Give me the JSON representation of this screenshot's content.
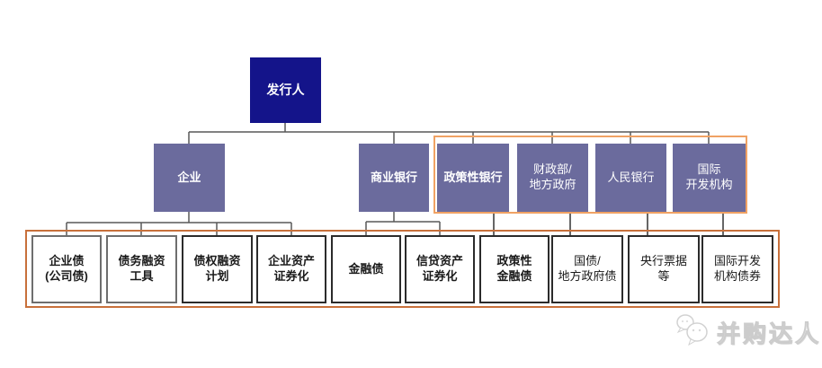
{
  "chart": {
    "type": "org-chart",
    "root": {
      "label": "发行人"
    },
    "level2": [
      {
        "label": "企业"
      },
      {
        "label": "商业银行"
      },
      {
        "label": "政策性银行"
      },
      {
        "label": "财政部/\n地方政府"
      },
      {
        "label": "人民银行"
      },
      {
        "label": "国际\n开发机构"
      }
    ],
    "level3": [
      {
        "label": "企业债\n(公司债)",
        "parent": "企业"
      },
      {
        "label": "债务融资\n工具",
        "parent": "企业"
      },
      {
        "label": "债权融资\n计划",
        "parent": "企业"
      },
      {
        "label": "企业资产\n证券化",
        "parent": "企业"
      },
      {
        "label": "金融债",
        "parent": "商业银行"
      },
      {
        "label": "信贷资产\n证券化",
        "parent": "商业银行"
      },
      {
        "label": "政策性\n金融债",
        "parent": "政策性银行"
      },
      {
        "label": "国债/\n地方政府债",
        "parent": "财政部/地方政府"
      },
      {
        "label": "央行票据\n等",
        "parent": "人民银行"
      },
      {
        "label": "国际开发\n机构债券",
        "parent": "国际开发机构"
      }
    ]
  },
  "colors": {
    "root_box": "#14148A",
    "level2_box": "#6B6B9D",
    "highlight_top_border": "#F0A264",
    "highlight_bottom_border": "#C8703B",
    "connector_line": "#595959"
  },
  "watermark": {
    "text": "并购达人",
    "logo": "wechat-bubbles-icon"
  }
}
